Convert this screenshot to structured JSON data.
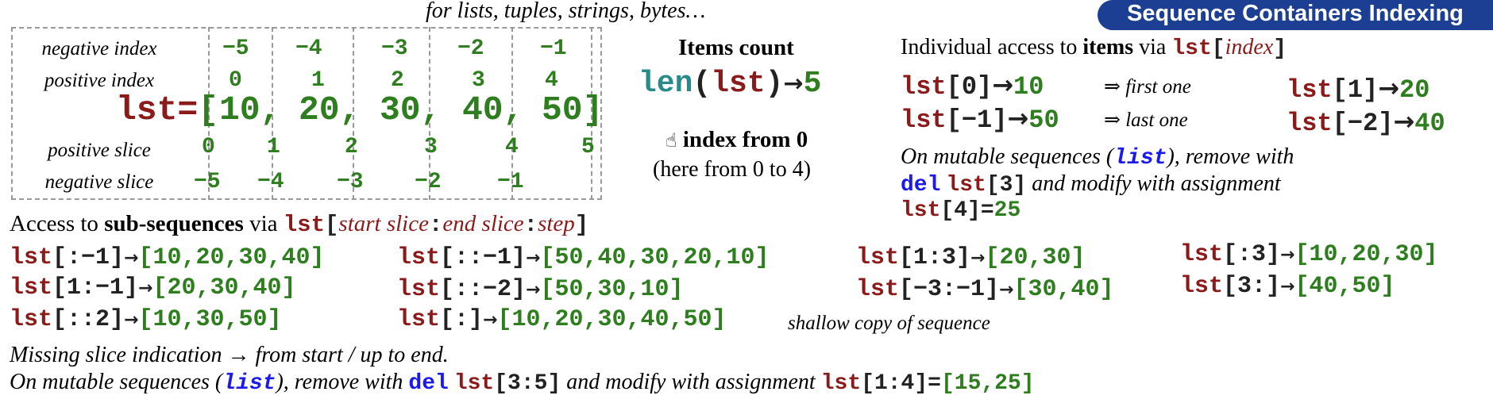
{
  "header": {
    "subtitle": "for lists, tuples, strings, bytes…",
    "title": "Sequence Containers Indexing"
  },
  "index_table": {
    "row_labels": [
      "negative index",
      "positive index",
      "positive slice",
      "negative slice"
    ],
    "negative_index": [
      "−5",
      "−4",
      "−3",
      "−2",
      "−1"
    ],
    "positive_index": [
      "0",
      "1",
      "2",
      "3",
      "4"
    ],
    "list_name": "lst",
    "list_eq": "=",
    "list_open": "[",
    "list_values": [
      "10",
      "20",
      "30",
      "40",
      "50"
    ],
    "list_sep": ",",
    "list_close": "]",
    "positive_slice": [
      "0",
      "1",
      "2",
      "3",
      "4",
      "5"
    ],
    "negative_slice": [
      "−5",
      "−4",
      "−3",
      "−2",
      "−1"
    ]
  },
  "items_count": {
    "heading": "Items count",
    "fn": "len",
    "open": "(",
    "arg": "lst",
    "close": ")",
    "arrow": "→",
    "result": "5",
    "note_icon": "☝",
    "note_bold": "index from 0",
    "note_sub": "(here from 0 to 4)"
  },
  "item_access": {
    "intro_pre": "Individual access to ",
    "intro_bold": "items",
    "intro_via": " via ",
    "intro_lst": "lst",
    "intro_open": "[",
    "intro_index": "index",
    "intro_close": "]",
    "examples": [
      {
        "name": "lst",
        "idx": "[0]",
        "arrow": "→",
        "val": "10",
        "comment": "⇒ first one"
      },
      {
        "name": "lst",
        "idx": "[−1]",
        "arrow": "→",
        "val": "50",
        "comment": "⇒ last one"
      },
      {
        "name": "lst",
        "idx": "[1]",
        "arrow": "→",
        "val": "20",
        "comment": ""
      },
      {
        "name": "lst",
        "idx": "[−2]",
        "arrow": "→",
        "val": "40",
        "comment": ""
      }
    ],
    "mutable_line1_a": "On mutable sequences (",
    "mutable_line1_list": "list",
    "mutable_line1_b": "), remove with",
    "mutable_del": "del",
    "mutable_del_lst": "lst",
    "mutable_del_idx": "[3]",
    "mutable_line2_b": " and modify with assignment",
    "mutable_assign_lst": "lst",
    "mutable_assign_idx": "[4]",
    "mutable_assign_eq": "=",
    "mutable_assign_val": "25"
  },
  "sub_access": {
    "intro_pre": "Access to ",
    "intro_bold": "sub-sequences",
    "intro_via": " via ",
    "intro_lst": "lst",
    "intro_open": "[",
    "intro_start": "start slice",
    "intro_colon": ":",
    "intro_end": "end slice",
    "intro_colon2": ":",
    "intro_step": "step",
    "intro_close": "]",
    "examples": [
      {
        "name": "lst",
        "slice": "[:−1]",
        "arrow": "→",
        "result": "[10,20,30,40]"
      },
      {
        "name": "lst",
        "slice": "[1:−1]",
        "arrow": "→",
        "result": "[20,30,40]"
      },
      {
        "name": "lst",
        "slice": "[::2]",
        "arrow": "→",
        "result": "[10,30,50]"
      },
      {
        "name": "lst",
        "slice": "[::−1]",
        "arrow": "→",
        "result": "[50,40,30,20,10]"
      },
      {
        "name": "lst",
        "slice": "[::−2]",
        "arrow": "→",
        "result": "[50,30,10]"
      },
      {
        "name": "lst",
        "slice": "[:]",
        "arrow": "→",
        "result": "[10,20,30,40,50]"
      },
      {
        "name": "lst",
        "slice": "[1:3]",
        "arrow": "→",
        "result": "[20,30]"
      },
      {
        "name": "lst",
        "slice": "[−3:−1]",
        "arrow": "→",
        "result": "[30,40]"
      },
      {
        "name": "lst",
        "slice": "[:3]",
        "arrow": "→",
        "result": "[10,20,30]"
      },
      {
        "name": "lst",
        "slice": "[3:]",
        "arrow": "→",
        "result": "[40,50]"
      }
    ],
    "shallow_note": "shallow copy of sequence",
    "missing_note": "Missing slice indication → from start / up to end.",
    "mutable_a": "On mutable sequences (",
    "mutable_list": "list",
    "mutable_b": "), remove with ",
    "mutable_del": "del",
    "mutable_del_lst": "lst",
    "mutable_del_slice": "[3:5]",
    "mutable_c": " and modify with assignment ",
    "mutable_assign_lst": "lst",
    "mutable_assign_slice": "[1:4]",
    "mutable_assign_eq": "=",
    "mutable_assign_val": "[15,25]"
  },
  "colors": {
    "name_red": "#8b1a1a",
    "value_green": "#2e7d1e",
    "keyword_blue": "#1a1aee",
    "function_teal": "#2a8a8a",
    "banner_blue": "#1c3f94"
  }
}
